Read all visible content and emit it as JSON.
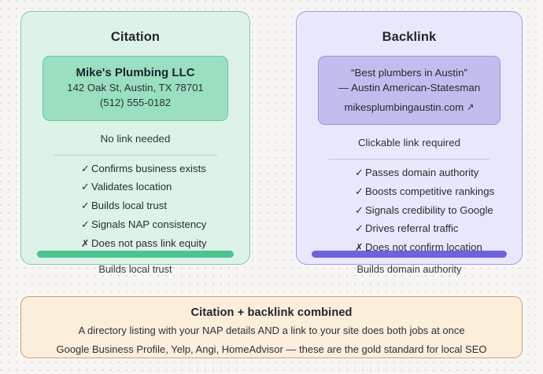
{
  "background": {
    "base_color": "#f7f6f4",
    "dot_color": "#e2ded6"
  },
  "cards": [
    {
      "key": "citation",
      "title": "Citation",
      "accent": "#4dc48f",
      "fill": "#ddf3e7",
      "border": "#86c9a9",
      "sample": {
        "type": "nap-block",
        "business_name": "Mike's Plumbing LLC",
        "address": "142 Oak St, Austin, TX 78701",
        "phone": "(512) 555-0182"
      },
      "requirement": "No link needed",
      "benefits": [
        {
          "mark": "check",
          "glyph": "✓",
          "text": "Confirms business exists"
        },
        {
          "mark": "check",
          "glyph": "✓",
          "text": "Validates location"
        },
        {
          "mark": "check",
          "glyph": "✓",
          "text": "Builds local trust"
        },
        {
          "mark": "check",
          "glyph": "✓",
          "text": "Signals NAP consistency"
        },
        {
          "mark": "cross",
          "glyph": "✗",
          "text": "Does not pass link equity"
        }
      ],
      "bar_label": "Builds local trust"
    },
    {
      "key": "backlink",
      "title": "Backlink",
      "accent": "#6f62dd",
      "fill": "#e9e7fb",
      "border": "#a49ee0",
      "sample": {
        "type": "link-block",
        "quote": "“Best plumbers in Austin”",
        "attribution": "— Austin American-Statesman",
        "url": "mikesplumbingaustin.com",
        "url_icon": "external-link-arrow",
        "url_icon_glyph": "↗"
      },
      "requirement": "Clickable link required",
      "benefits": [
        {
          "mark": "check",
          "glyph": "✓",
          "text": "Passes domain authority"
        },
        {
          "mark": "check",
          "glyph": "✓",
          "text": "Boosts competitive rankings"
        },
        {
          "mark": "check",
          "glyph": "✓",
          "text": "Signals credibility to Google"
        },
        {
          "mark": "check",
          "glyph": "✓",
          "text": "Drives referral traffic"
        },
        {
          "mark": "cross",
          "glyph": "✗",
          "text": "Does not confirm location"
        }
      ],
      "bar_label": "Builds domain authority"
    }
  ],
  "banner": {
    "title": "Citation + backlink combined",
    "line1": "A directory listing with your NAP details AND a link to your site does both jobs at once",
    "line2": "Google Business Profile, Yelp, Angi, HomeAdvisor — these are the gold standard for local SEO",
    "fill": "#fbeedb",
    "border": "#c9a472"
  }
}
